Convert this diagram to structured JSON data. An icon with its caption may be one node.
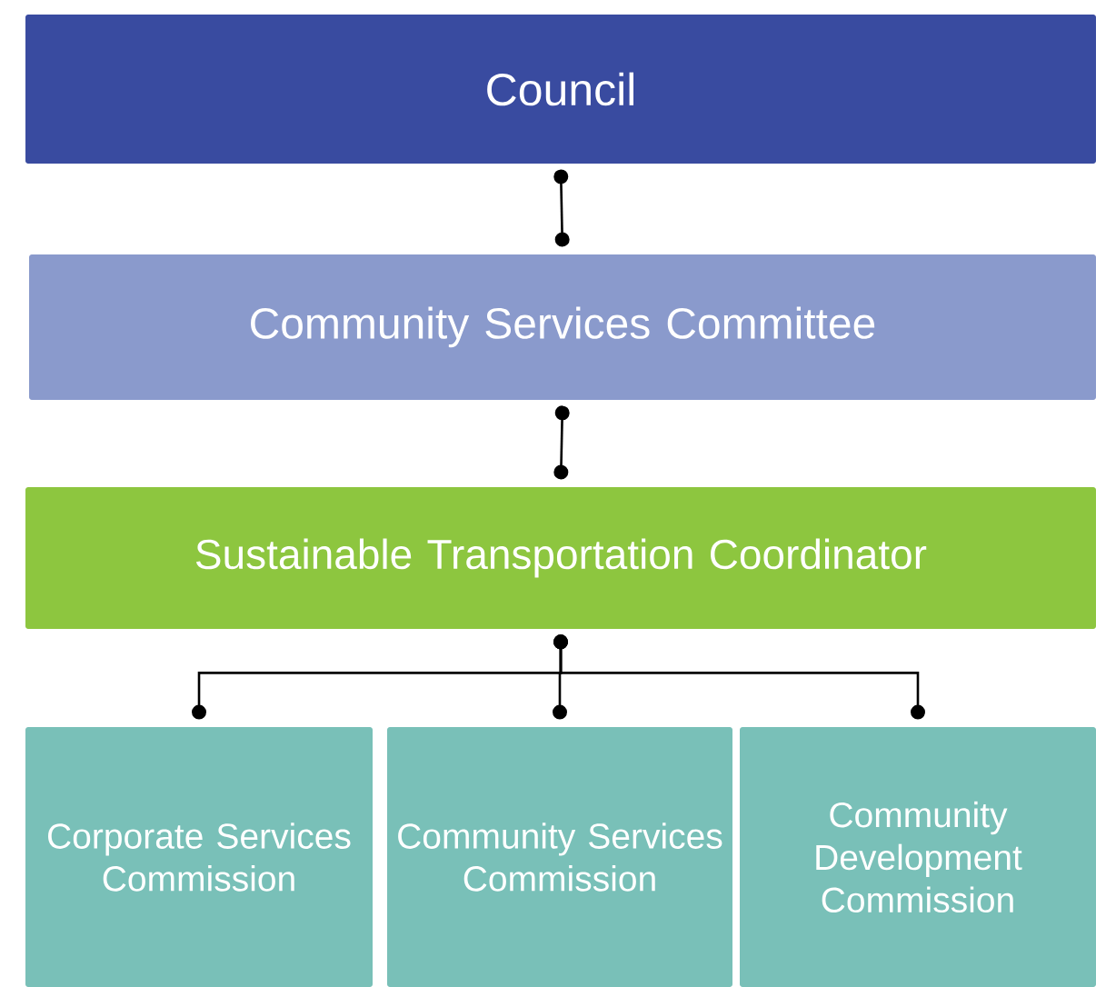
{
  "diagram": {
    "nodes": [
      {
        "text": [
          "Council"
        ]
      },
      {
        "text": [
          "Community Services Committee"
        ]
      },
      {
        "text": [
          "Sustainable Transportation Coordinator"
        ]
      },
      {
        "text": [
          "Corporate Services Commission"
        ]
      },
      {
        "text": [
          "Community Services Commission"
        ]
      },
      {
        "text": [
          "Community Development Commission"
        ]
      }
    ],
    "edges": [
      {
        "from": 0,
        "to": 1,
        "arrow": "other"
      },
      {
        "from": 1,
        "to": 2,
        "arrow": "other"
      },
      {
        "from": 2,
        "to": 3,
        "arrow": "other"
      },
      {
        "from": 2,
        "to": 4,
        "arrow": "other"
      },
      {
        "from": 2,
        "to": 5,
        "arrow": "other"
      }
    ]
  }
}
